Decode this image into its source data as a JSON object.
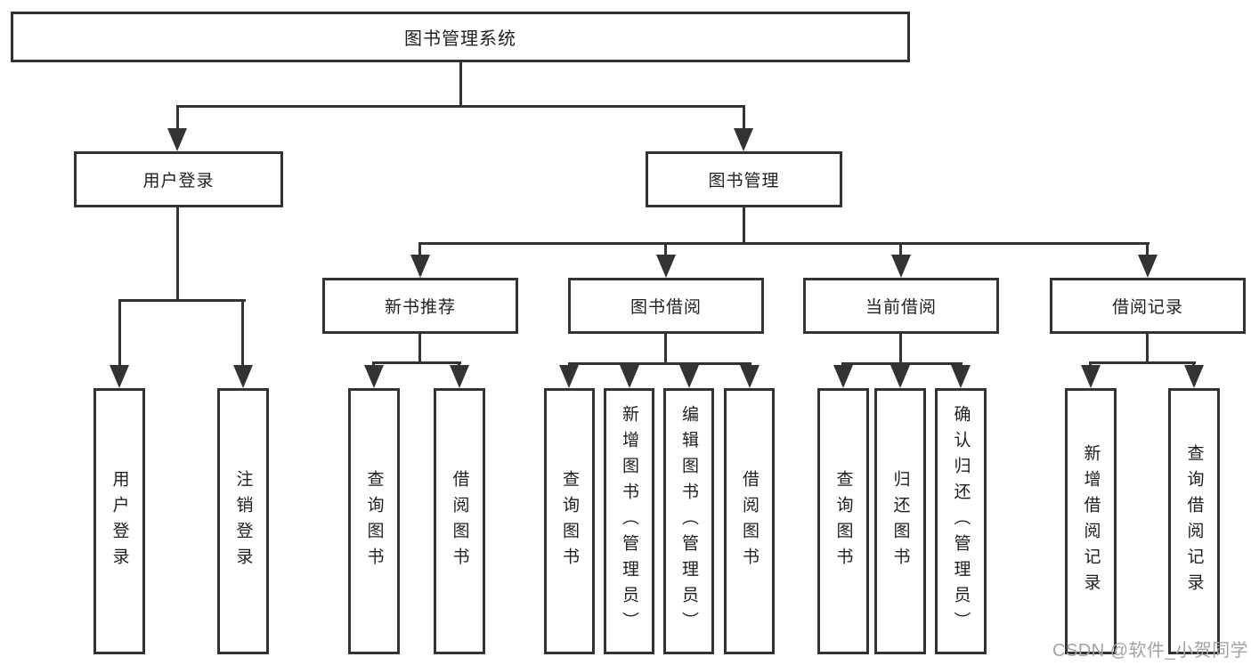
{
  "diagram": {
    "root": {
      "label": "图书管理系统"
    },
    "level2": [
      {
        "label": "用户登录"
      },
      {
        "label": "图书管理"
      }
    ],
    "level3": [
      {
        "label": "新书推荐"
      },
      {
        "label": "图书借阅"
      },
      {
        "label": "当前借阅"
      },
      {
        "label": "借阅记录"
      }
    ],
    "leaves": [
      {
        "label": "用户登录"
      },
      {
        "label": "注销登录"
      },
      {
        "label": "查询图书"
      },
      {
        "label": "借阅图书"
      },
      {
        "label": "查询图书"
      },
      {
        "label": "新增图书（管理员）"
      },
      {
        "label": "编辑图书（管理员）"
      },
      {
        "label": "借阅图书"
      },
      {
        "label": "查询图书"
      },
      {
        "label": "归还图书"
      },
      {
        "label": "确认归还（管理员）"
      },
      {
        "label": "新增借阅记录"
      },
      {
        "label": "查询借阅记录"
      }
    ]
  },
  "watermark": {
    "text": "CSDN @软件_小贺同学"
  },
  "colors": {
    "line": "#333333",
    "background": "#ffffff",
    "watermark": "#a3a3a3"
  }
}
